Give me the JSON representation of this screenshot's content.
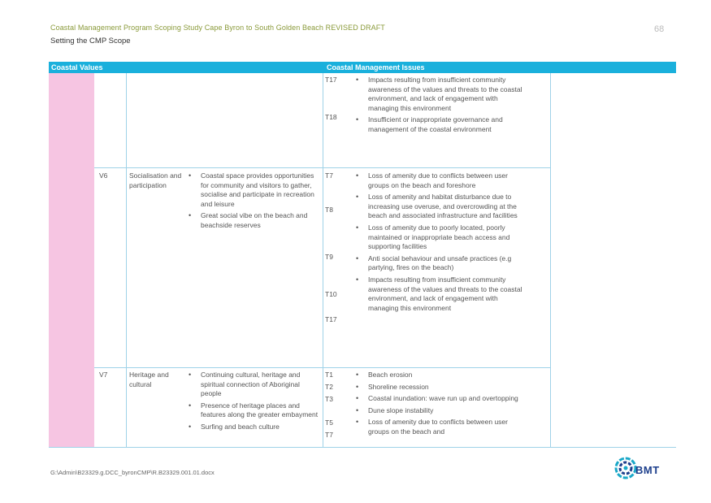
{
  "header": {
    "title": "Coastal Management Program Scoping Study Cape Byron to South Golden Beach REVISED DRAFT",
    "subtitle": "Setting the CMP Scope",
    "page_number": "68"
  },
  "table": {
    "col_values": "Coastal Values",
    "col_issues": "Coastal Management Issues",
    "row_cont": {
      "codes": [
        "T17",
        "T18"
      ],
      "issues": [
        "Impacts resulting from insufficient community awareness of the values and threats to the coastal environment, and lack of engagement with managing this environment",
        "Insufficient or inappropriate governance and management of the coastal environment"
      ]
    },
    "row_v6": {
      "id": "V6",
      "name": "Socialisation and participation",
      "values": [
        "Coastal space provides opportunities for community and visitors to gather, socialise and participate in recreation and leisure",
        "Great social vibe on the beach and beachside reserves"
      ],
      "codes": [
        "T7",
        "T8",
        "T9",
        "T10",
        "T17"
      ],
      "issues": [
        "Loss of amenity due to conflicts between user groups on the beach and foreshore",
        "Loss of amenity and habitat disturbance due to increasing use overuse, and overcrowding at the beach and associated infrastructure and facilities",
        "Loss of amenity due to poorly located, poorly maintained or inappropriate beach access and supporting facilities",
        "Anti social behaviour and unsafe practices (e.g partying, fires on the beach)",
        "Impacts resulting from insufficient community awareness of the values and threats to the coastal environment, and lack of engagement with managing this environment"
      ]
    },
    "row_v7": {
      "id": "V7",
      "name": "Heritage and cultural",
      "values": [
        "Continuing cultural, heritage and spiritual connection of Aboriginal people",
        "Presence of heritage places and features along the greater embayment",
        "Surfing and beach culture"
      ],
      "codes": [
        "T1",
        "T2",
        "T3",
        "T5",
        "T7"
      ],
      "issues": [
        "Beach erosion",
        "Shoreline recession",
        "Coastal inundation: wave run up and overtopping",
        "Dune slope instability",
        "Loss of amenity due to conflicts between user groups on the beach and"
      ]
    }
  },
  "footer": {
    "path": "G:\\Admin\\B23329.g.DCC_byronCMP\\R.B23329.001.01.docx",
    "logo_text": "BMT"
  },
  "colors": {
    "header_bg": "#1ab0dc",
    "pink": "#f6c5e2",
    "title_green": "#8a9a3a",
    "rule": "#9fd2e8",
    "logo_blue": "#1d3f8c",
    "logo_teal": "#1aa8c8"
  }
}
